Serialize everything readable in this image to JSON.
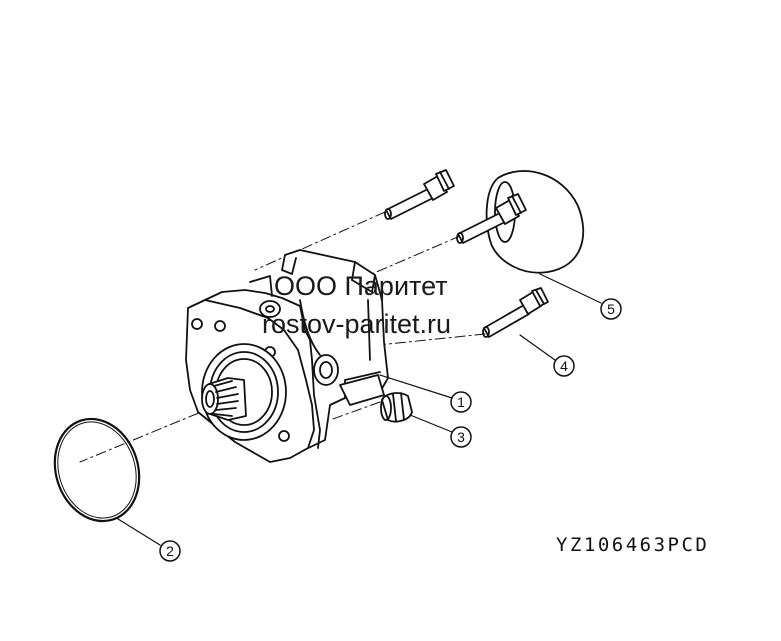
{
  "watermark": {
    "company": "ООО Паритет",
    "website": "rostov-paritet.ru"
  },
  "drawing_code": "YZ106463PCD",
  "callouts": [
    {
      "id": "1",
      "part": "pump-body"
    },
    {
      "id": "2",
      "part": "o-ring"
    },
    {
      "id": "3",
      "part": "plug"
    },
    {
      "id": "4",
      "part": "bolt"
    },
    {
      "id": "5",
      "part": "gasket"
    }
  ],
  "colors": {
    "line": "#111111",
    "background": "#ffffff"
  }
}
